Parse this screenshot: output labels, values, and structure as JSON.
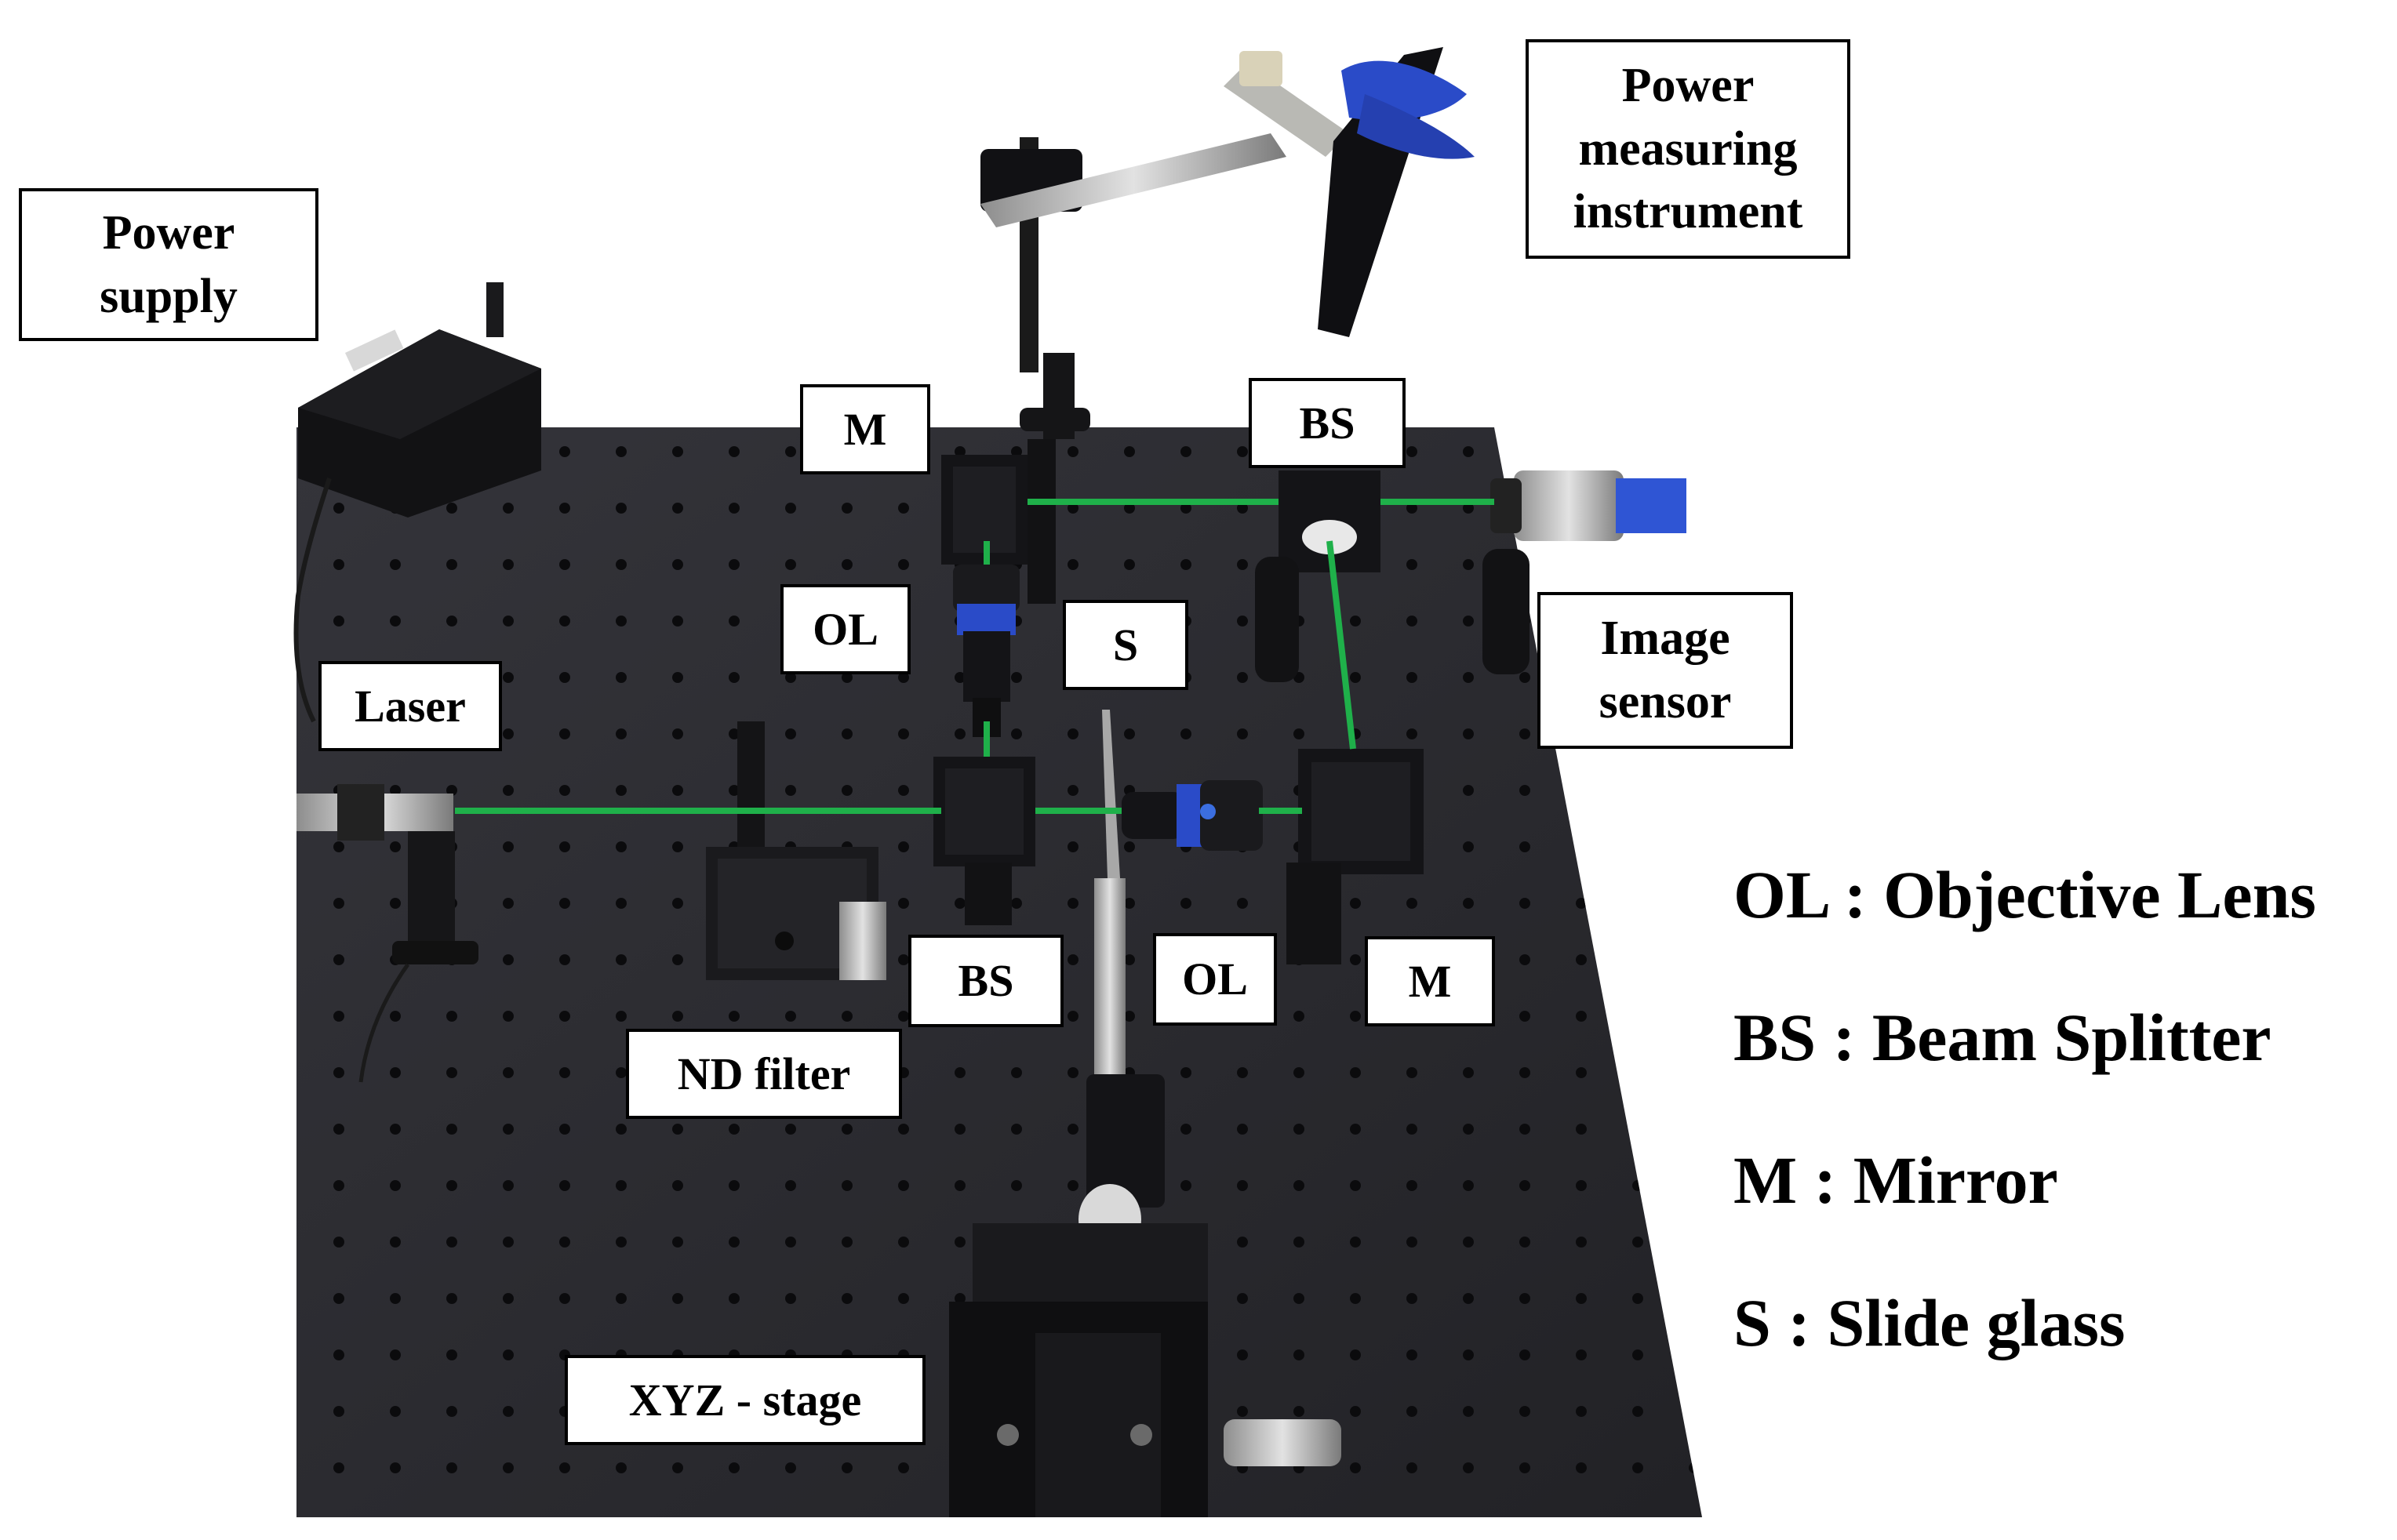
{
  "figure": {
    "colors": {
      "table": "#2a2a2e",
      "table_hole": "#0b0b0d",
      "beam": "#1fb04a",
      "component": "#111114",
      "mount_metal": "#c9c9c9",
      "clamp_blue": "#2a4bc8",
      "label_border": "#000000",
      "label_fill": "#ffffff"
    },
    "icons": {
      "power_supply": "laser-driver-box-icon",
      "laser": "laser-head-icon",
      "nd_filter": "nd-filter-mount-icon",
      "beam_splitter": "beam-splitter-cube-icon",
      "mirror": "mirror-cube-icon",
      "objective_lens": "objective-lens-icon",
      "slide_glass": "slide-glass-icon",
      "xyz_stage": "xyz-stage-icon",
      "image_sensor": "camera-icon",
      "power_meter": "power-meter-probe-icon"
    },
    "labels": {
      "power_supply": [
        "Power",
        "supply"
      ],
      "power_measuring_instrument": [
        "Power",
        "measuring",
        "instrument"
      ],
      "mirror_top": "M",
      "beam_splitter_top": "BS",
      "objective_lens_top": "OL",
      "slide_glass": "S",
      "image_sensor": [
        "Image",
        "sensor"
      ],
      "laser": "Laser",
      "beam_splitter_bottom": "BS",
      "objective_lens_bottom": "OL",
      "mirror_bottom": "M",
      "nd_filter": "ND filter",
      "xyz_stage": "XYZ - stage"
    },
    "legend": [
      "OL : Objective Lens",
      "BS : Beam Splitter",
      "M : Mirror",
      "S : Slide glass"
    ]
  }
}
